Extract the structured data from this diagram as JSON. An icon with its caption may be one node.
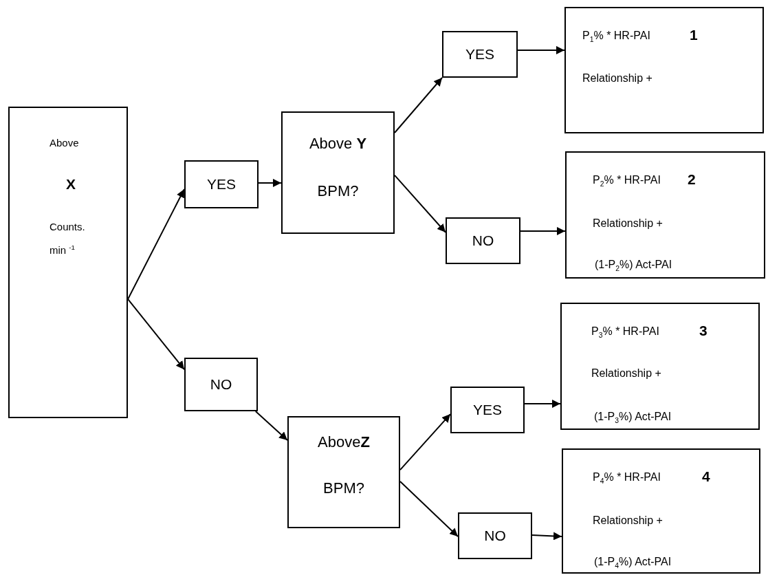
{
  "diagram": {
    "nodes": [
      {
        "text": [
          "Above",
          "X",
          "Counts. min $^{-1}$"
        ]
      },
      {
        "text": [
          "YES"
        ]
      },
      {
        "text": [
          "NO"
        ]
      },
      {
        "text": [
          "Above **Y**",
          "BPM?"
        ]
      },
      {
        "text": [
          "YES"
        ]
      },
      {
        "text": [
          "NO"
        ]
      },
      {
        "text": [
          "P$_{1}$% * HR-PAI",
          "1",
          "Relationship +"
        ]
      },
      {
        "text": [
          "P$_{2}$% * HR-PAI",
          "2",
          "Relationship +",
          "(1-P$_{2}$%) Act-PAI"
        ]
      },
      {
        "text": [
          "Above**Z**",
          "BPM?"
        ]
      },
      {
        "text": [
          "YES"
        ]
      },
      {
        "text": [
          "NO"
        ]
      },
      {
        "text": [
          "P$_{3}$% * HR-PAI",
          "3",
          "Relationship +",
          "(1-P$_{3}$%) Act-PAI"
        ]
      },
      {
        "text": [
          "P$_{4}$% * HR-PAI",
          "4",
          "Relationship +",
          "(1-P$_{4}$%) Act-PAI"
        ]
      }
    ],
    "edges": [
      {
        "from": 0,
        "to": 1,
        "arrow": "to"
      },
      {
        "from": 0,
        "to": 2,
        "arrow": "to"
      },
      {
        "from": 1,
        "to": 3,
        "arrow": "to"
      },
      {
        "from": 2,
        "to": 8,
        "arrow": "to"
      },
      {
        "from": 3,
        "to": 4,
        "arrow": "to"
      },
      {
        "from": 3,
        "to": 5,
        "arrow": "to"
      },
      {
        "from": 4,
        "to": 6,
        "arrow": "to"
      },
      {
        "from": 5,
        "to": 7,
        "arrow": "to"
      },
      {
        "from": 8,
        "to": 9,
        "arrow": "to"
      },
      {
        "from": 8,
        "to": 10,
        "arrow": "to"
      },
      {
        "from": 9,
        "to": 11,
        "arrow": "to"
      },
      {
        "from": 10,
        "to": 12,
        "arrow": "to"
      }
    ]
  }
}
